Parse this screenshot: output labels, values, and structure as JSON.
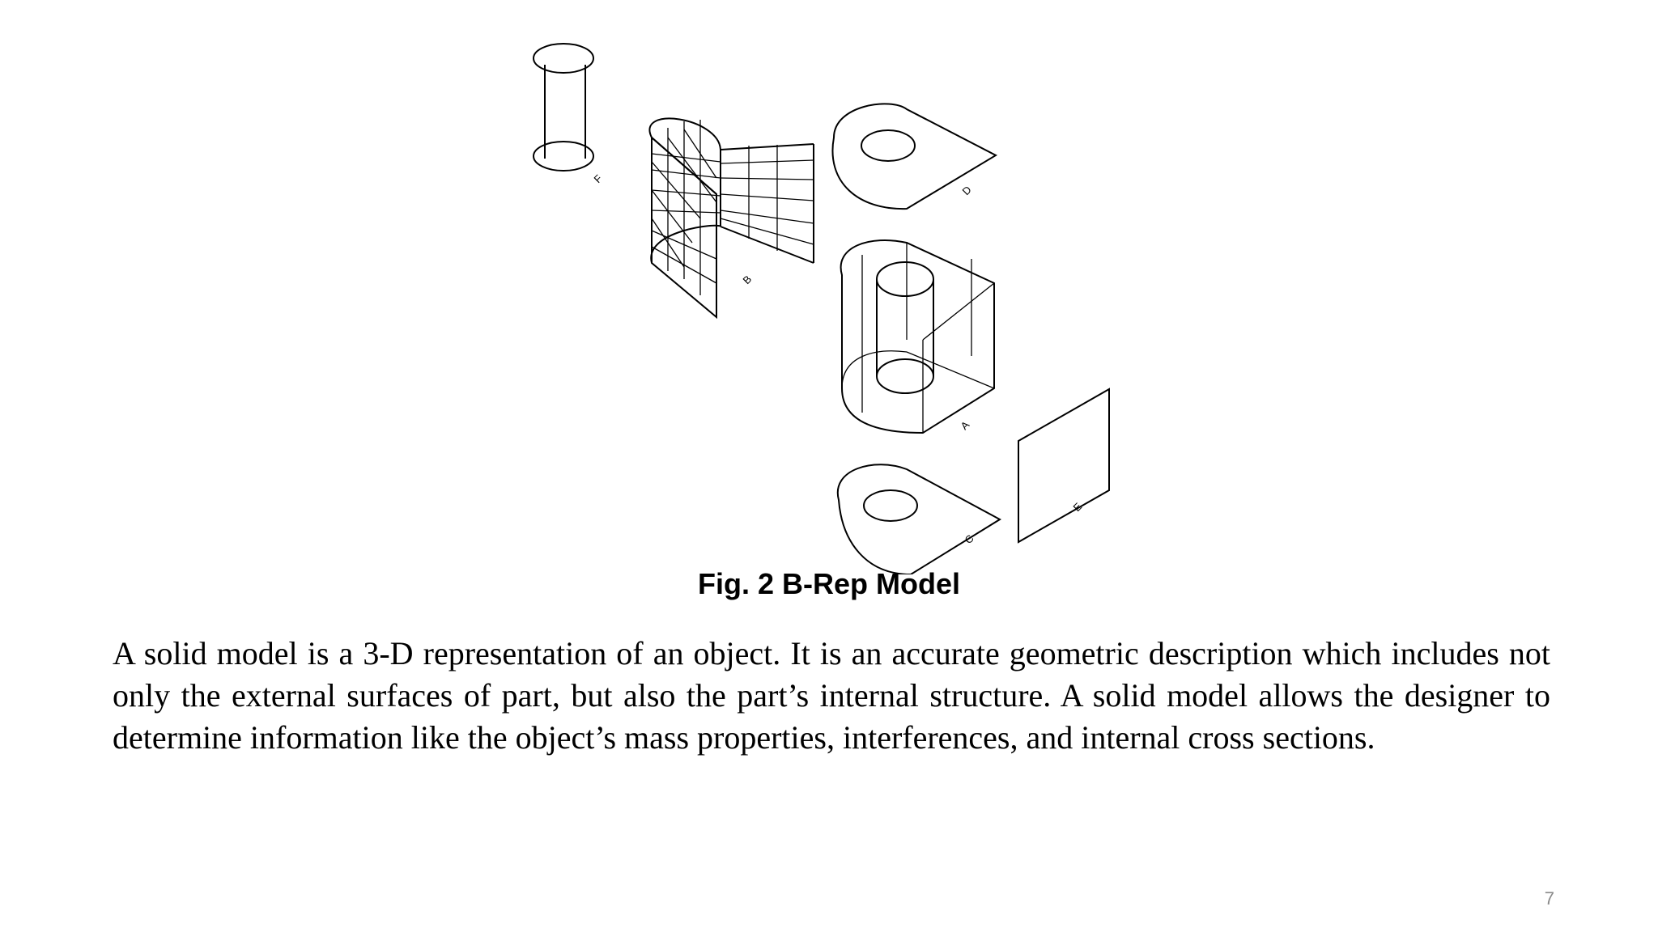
{
  "figure": {
    "caption": "Fig. 2 B-Rep Model",
    "part_labels": {
      "a": "A",
      "b": "B",
      "c": "C",
      "d": "D",
      "e": "E",
      "f": "F"
    }
  },
  "body": {
    "paragraph": "A solid model is a 3-D representation of an object. It is an accurate geometric description which includes not only the external surfaces of part, but also the part’s internal structure. A solid model allows the designer to determine information like the object’s mass properties, interferences, and internal cross sections."
  },
  "page_number": "7"
}
